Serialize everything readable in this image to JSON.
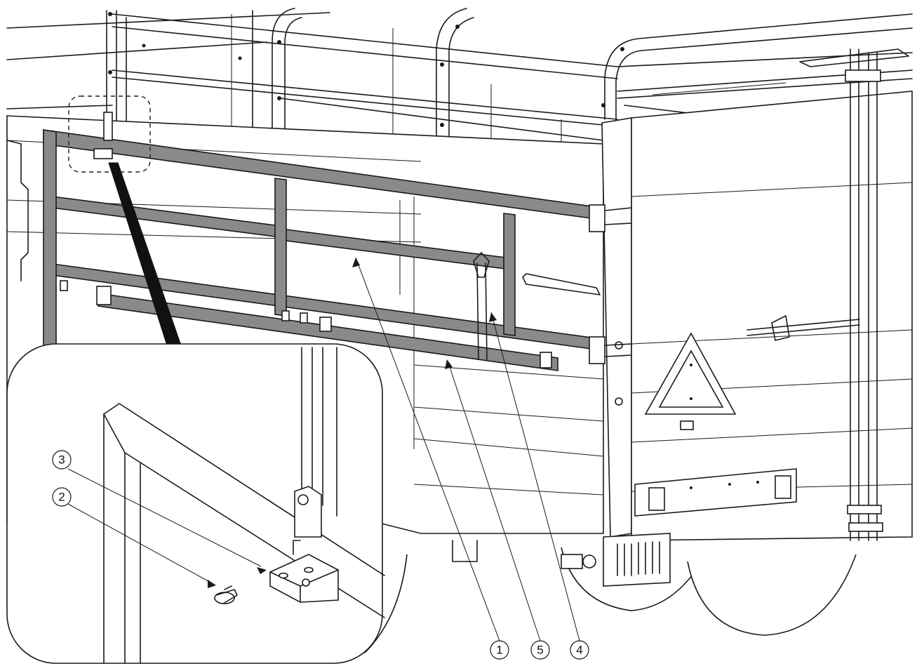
{
  "figure": {
    "callouts": [
      {
        "id": "c1",
        "label": "1"
      },
      {
        "id": "c5",
        "label": "5"
      },
      {
        "id": "c4",
        "label": "4"
      },
      {
        "id": "c3",
        "label": "3"
      },
      {
        "id": "c2",
        "label": "2"
      }
    ],
    "colors": {
      "line": "#1a1a1a",
      "rail_fill": "#8a8a8a",
      "background": "#ffffff"
    }
  }
}
